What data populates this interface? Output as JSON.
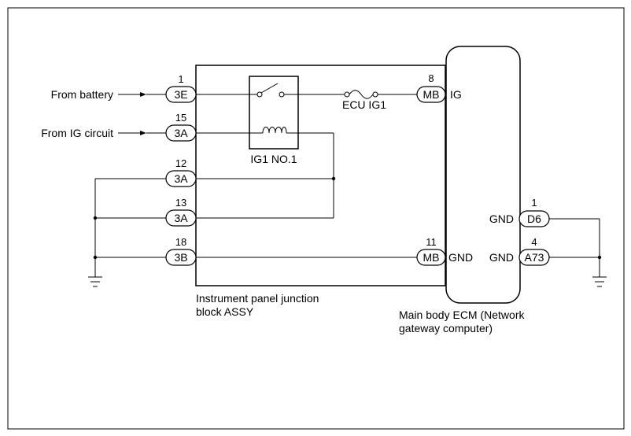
{
  "inputs": {
    "battery": "From battery",
    "ig_circuit": "From IG circuit"
  },
  "jb_pins": [
    {
      "pin": "1",
      "connector": "3E"
    },
    {
      "pin": "15",
      "connector": "3A"
    },
    {
      "pin": "12",
      "connector": "3A"
    },
    {
      "pin": "13",
      "connector": "3A"
    },
    {
      "pin": "18",
      "connector": "3B"
    }
  ],
  "relay_label": "IG1 NO.1",
  "fuse_label": "ECU IG1",
  "ecm_left_pins": [
    {
      "pin": "8",
      "connector": "MB",
      "signal": "IG"
    },
    {
      "pin": "11",
      "connector": "MB",
      "signal": "GND"
    }
  ],
  "ecm_right_pins": [
    {
      "pin": "1",
      "connector": "D6",
      "signal": "GND"
    },
    {
      "pin": "4",
      "connector": "A73",
      "signal": "GND"
    }
  ],
  "junction_block": {
    "line1": "Instrument panel junction",
    "line2": "block ASSY"
  },
  "ecm": {
    "line1": "Main body ECM (Network",
    "line2": "gateway computer)"
  },
  "colors": {
    "line": "#000000",
    "background": "#ffffff"
  }
}
